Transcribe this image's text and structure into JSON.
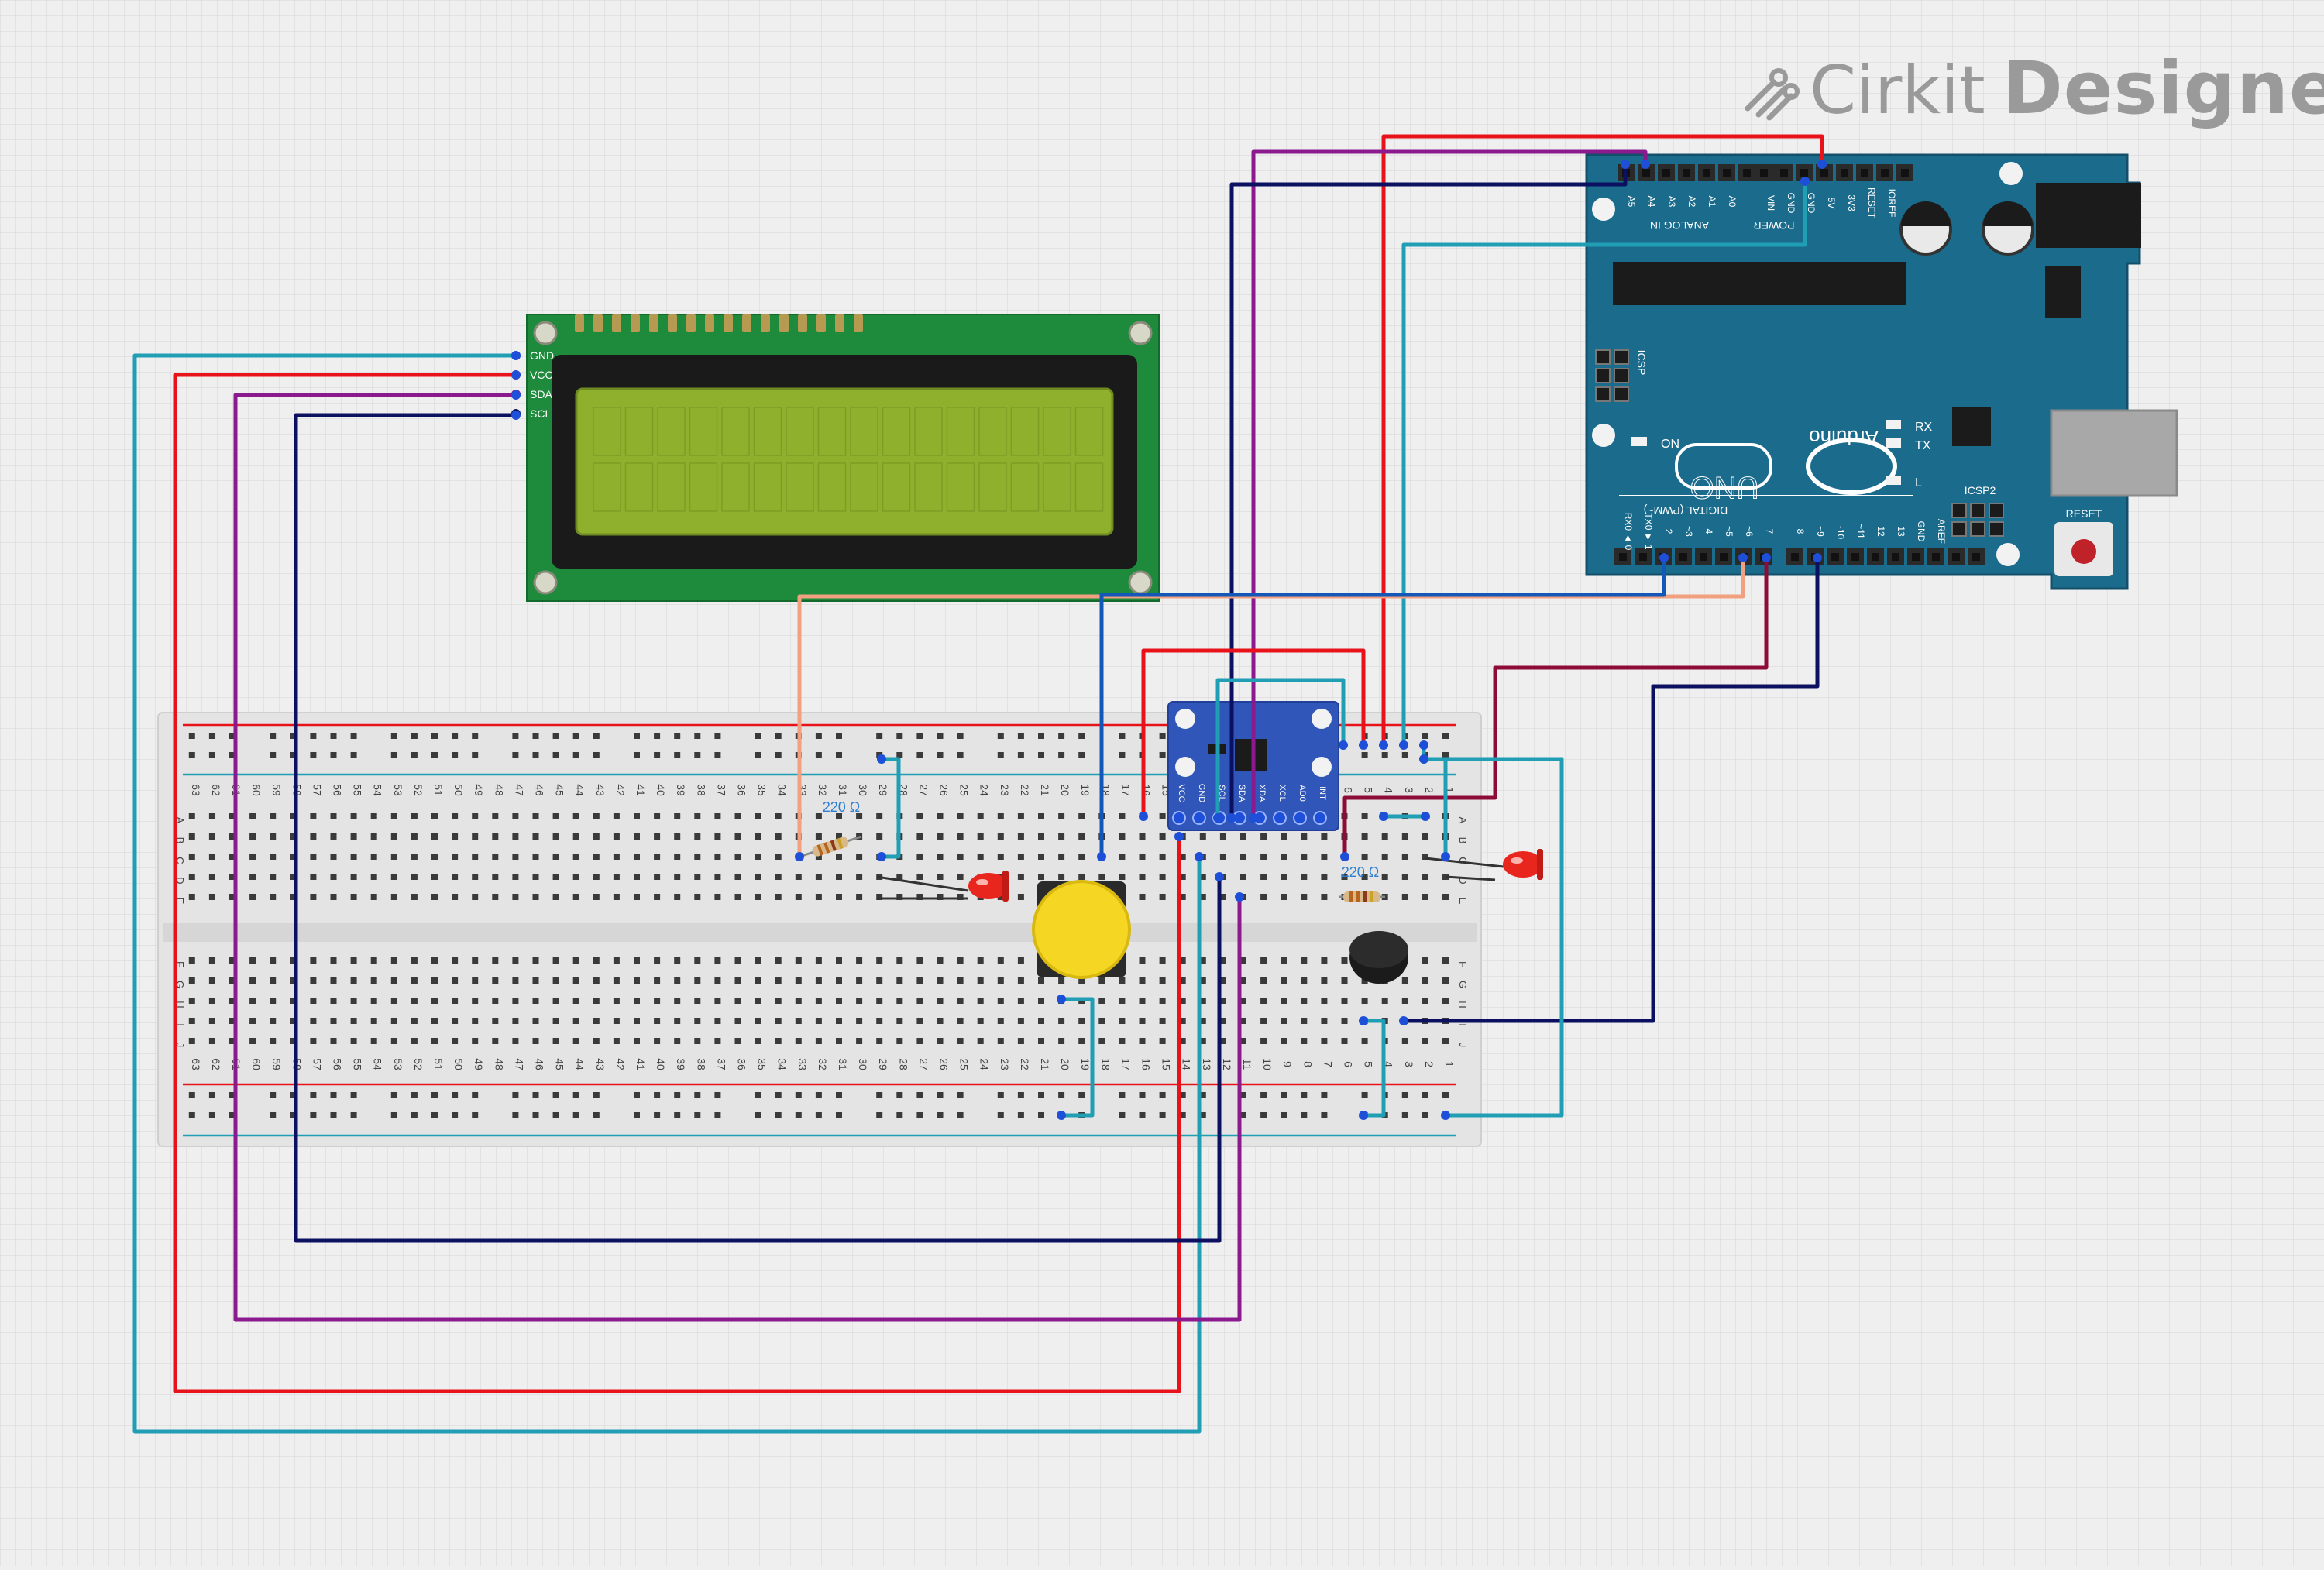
{
  "brand": {
    "name_part1": "Cirkit",
    "name_part2": "Designer"
  },
  "lcd": {
    "pins": [
      "GND",
      "VCC",
      "SDA",
      "SCL"
    ]
  },
  "arduino": {
    "board_name": "UNO",
    "brand": "Arduino",
    "top_left_header_pins": [
      "A5",
      "A4",
      "A3",
      "A2",
      "A1",
      "A0"
    ],
    "analog_label": "ANALOG IN",
    "power_pins": [
      "VIN",
      "GND",
      "GND",
      "5V",
      "3V3",
      "RESET",
      "IOREF"
    ],
    "power_label": "POWER",
    "icsp_label": "ICSP",
    "icsp2_label": "ICSP2",
    "on_label": "ON",
    "rx_label": "RX",
    "tx_label": "TX",
    "l_label": "L",
    "digital_label": "DIGITAL (PWM~)",
    "digital_pins_left": [
      "RX0 ◄ 0",
      "TX0 ► 1",
      "2",
      "~3",
      "4",
      "~5",
      "~6",
      "7"
    ],
    "digital_pins_right": [
      "8",
      "~9",
      "~10",
      "~11",
      "12",
      "13",
      "GND",
      "AREF"
    ],
    "reset_label": "RESET"
  },
  "mpu": {
    "pins": [
      "VCC",
      "GND",
      "SCL",
      "SDA",
      "XDA",
      "XCL",
      "AD0",
      "INT"
    ]
  },
  "breadboard": {
    "columns": 63,
    "row_letters_top": [
      "A",
      "B",
      "C",
      "D",
      "E"
    ],
    "row_letters_bottom": [
      "F",
      "G",
      "H",
      "I",
      "J"
    ]
  },
  "resistors": [
    {
      "label": "220 Ω"
    },
    {
      "label": "220 Ω"
    }
  ],
  "colors": {
    "wire_red": "#e8121b",
    "wire_cyan": "#1f9eb4",
    "wire_purple": "#8b1a8f",
    "wire_navy": "#0b1060",
    "wire_salmon": "#f2a080",
    "wire_maroon": "#8c0c37",
    "wire_blue": "#1357b8",
    "arduino_board": "#1a6b8c",
    "lcd_pcb": "#1e8a3c",
    "lcd_screen": "#8fb02c",
    "mpu_board": "#2f56b8",
    "led_red": "#e8261e",
    "button_cap": "#f5d623"
  }
}
